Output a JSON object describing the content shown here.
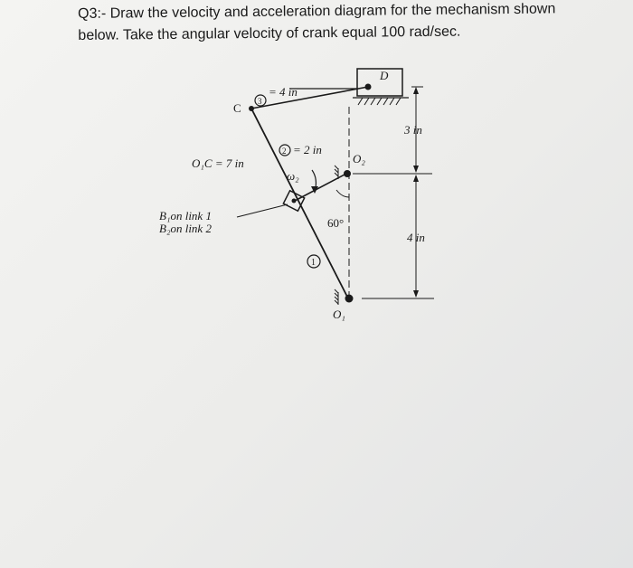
{
  "question": {
    "line1": "Q3:- Draw the velocity and acceleration diagram for the mechanism shown",
    "line2": "below. Take the angular velocity of crank equal 100 rad/sec."
  },
  "figure": {
    "slider_label": "D",
    "point_c": "C",
    "link3_num": "3",
    "link3_len": "= 4 in",
    "link2_num": "2",
    "link2_len": "= 2 in",
    "link1_num": "1",
    "o1c": "O₁C = 7 in",
    "omega": "ω₂",
    "o2": "O₂",
    "o1": "O₁",
    "b1": "B₁on link 1",
    "b2": "B₂on link 2",
    "angle": "60°",
    "dim_upper": "3 in",
    "dim_lower": "4 in"
  }
}
